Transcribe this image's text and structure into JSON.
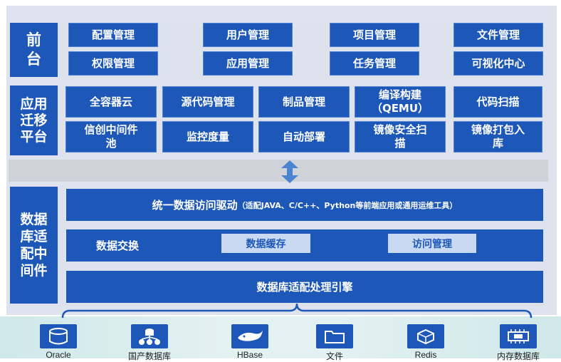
{
  "front": {
    "title": "前\n台",
    "items": [
      "配置管理",
      "用户管理",
      "项目管理",
      "文件管理",
      "权限管理",
      "应用管理",
      "任务管理",
      "可视化中心"
    ]
  },
  "migration": {
    "title": "应用\n迁移\n平台",
    "items": [
      "全容器云",
      "源代码管理",
      "制品管理",
      "编译构建\n（QEMU）",
      "代码扫描",
      "信创中间件\n池",
      "监控度量",
      "自动部署",
      "镜像安全扫\n描",
      "镜像打包入\n库"
    ]
  },
  "db_adapter": {
    "title": "数据\n库适\n配中\n间件",
    "driver_main": "统一数据访问驱动",
    "driver_note": "（适配JAVA、C/C++、Python等前端应用或通用运维工具）",
    "exchange_label": "数据交换",
    "cache_label": "数据缓存",
    "access_label": "访问管理",
    "engine_label": "数据库适配处理引擎"
  },
  "databases": [
    {
      "label": "Oracle",
      "icon": "database-cylinder-icon"
    },
    {
      "label": "国产数据库",
      "icon": "database-network-icon"
    },
    {
      "label": "HBase",
      "icon": "hbase-orca-icon"
    },
    {
      "label": "文件",
      "icon": "folder-icon"
    },
    {
      "label": "Redis",
      "icon": "redis-cube-icon"
    },
    {
      "label": "内存数据库",
      "icon": "memory-chip-icon"
    }
  ],
  "colors": {
    "primary_blue": "#1d58b8",
    "light_blue": "#c9d9f2",
    "panel_gray": "#dde2ec"
  }
}
